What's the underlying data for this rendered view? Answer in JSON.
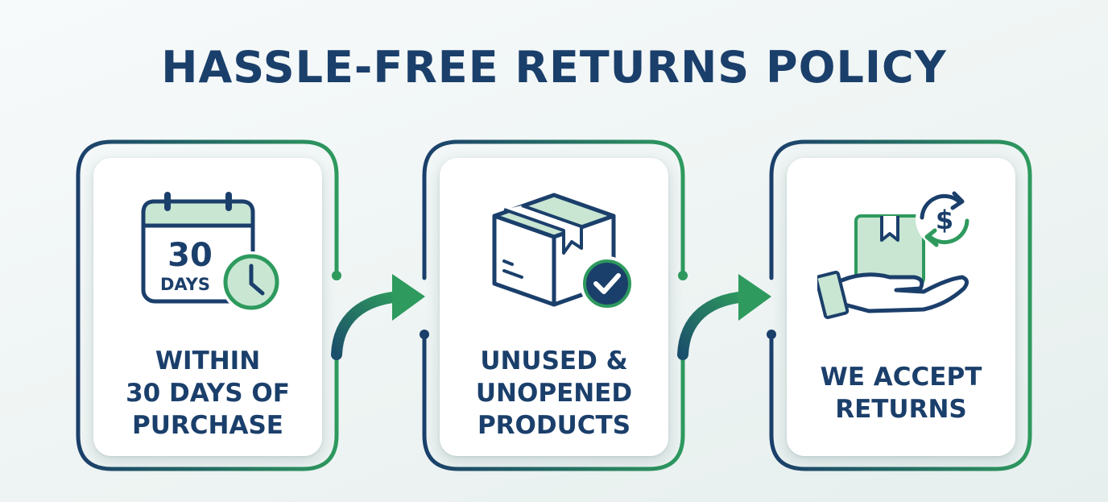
{
  "title": "HASSLE-FREE RETURNS POLICY",
  "steps": [
    {
      "icon": "calendar-clock-icon",
      "icon_number": "30",
      "icon_label": "DAYS",
      "lines": [
        "WITHIN",
        "30 DAYS OF",
        "PURCHASE"
      ]
    },
    {
      "icon": "box-check-icon",
      "lines": [
        "UNUSED &",
        "UNOPENED",
        "PRODUCTS"
      ]
    },
    {
      "icon": "hand-box-refund-icon",
      "icon_symbol": "$",
      "lines": [
        "WE ACCEPT",
        "RETURNS"
      ]
    }
  ],
  "colors": {
    "navy": "#1b3f6b",
    "green": "#2e9a5e",
    "light_green": "#c8e6d2"
  }
}
